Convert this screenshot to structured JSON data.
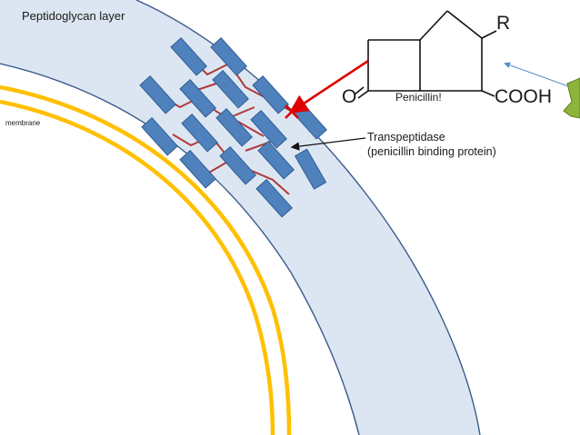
{
  "labels": {
    "layer": "Peptidoglycan layer",
    "membrane": "membrane",
    "enzyme_line1": "Transpeptidase",
    "enzyme_line2": "(penicillin binding protein)",
    "drug": "Penicillin!"
  },
  "molecule": {
    "carbonyl_oxygen": "O",
    "side_group": "R",
    "acid_group": "COOH"
  },
  "colors": {
    "cell_wall_fill": "#dce6f2",
    "cell_wall_stroke": "#3a5b8c",
    "membrane_lines": "#ffc000",
    "protein_fill": "#4f81bd",
    "protein_stroke": "#2e5d95",
    "crosslink": "#b03a3a",
    "inhibition_arrow": "#e00000",
    "pointer_arrow": "#5b8fd0",
    "star": "#8db33b"
  },
  "icons": [
    "inhibition-arrow",
    "block-x-mark",
    "starburst-shape"
  ]
}
